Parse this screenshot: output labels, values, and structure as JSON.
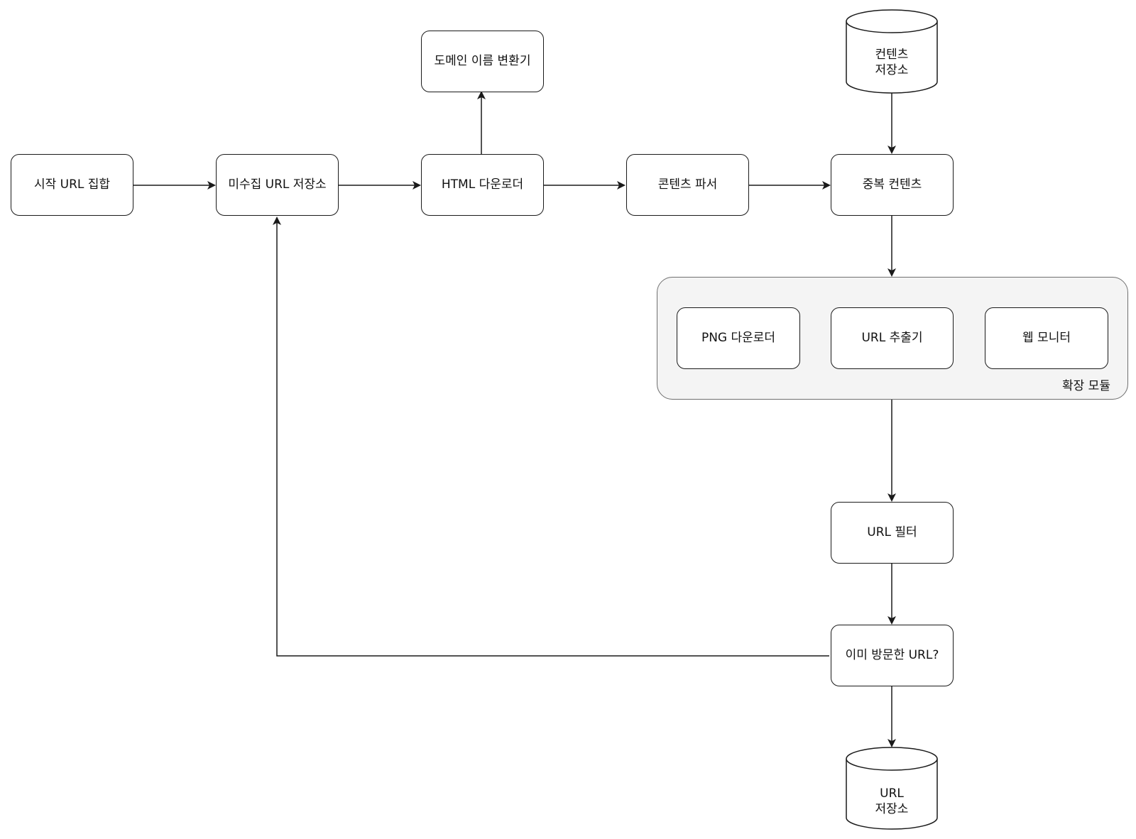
{
  "nodes": {
    "seed_urls": "시작 URL 집합",
    "frontier": "미수집 URL 저장소",
    "dns_resolver": "도메인 이름 변환기",
    "html_downloader": "HTML 다운로더",
    "content_parser": "콘텐츠 파서",
    "content_seen": "중복 컨텐츠",
    "content_storage_line1": "컨텐츠",
    "content_storage_line2": "저장소",
    "png_downloader": "PNG 다운로더",
    "url_extractor": "URL 추출기",
    "web_monitor": "웹 모니터",
    "extension_modules": "확장 모듈",
    "url_filter": "URL 필터",
    "url_seen": "이미 방문한 URL?",
    "url_storage_line1": "URL",
    "url_storage_line2": "저장소"
  },
  "colors": {
    "stroke": "#1a1a1a",
    "group_fill": "#f4f4f4",
    "group_stroke": "#6f6f6f",
    "node_fill": "#ffffff"
  }
}
